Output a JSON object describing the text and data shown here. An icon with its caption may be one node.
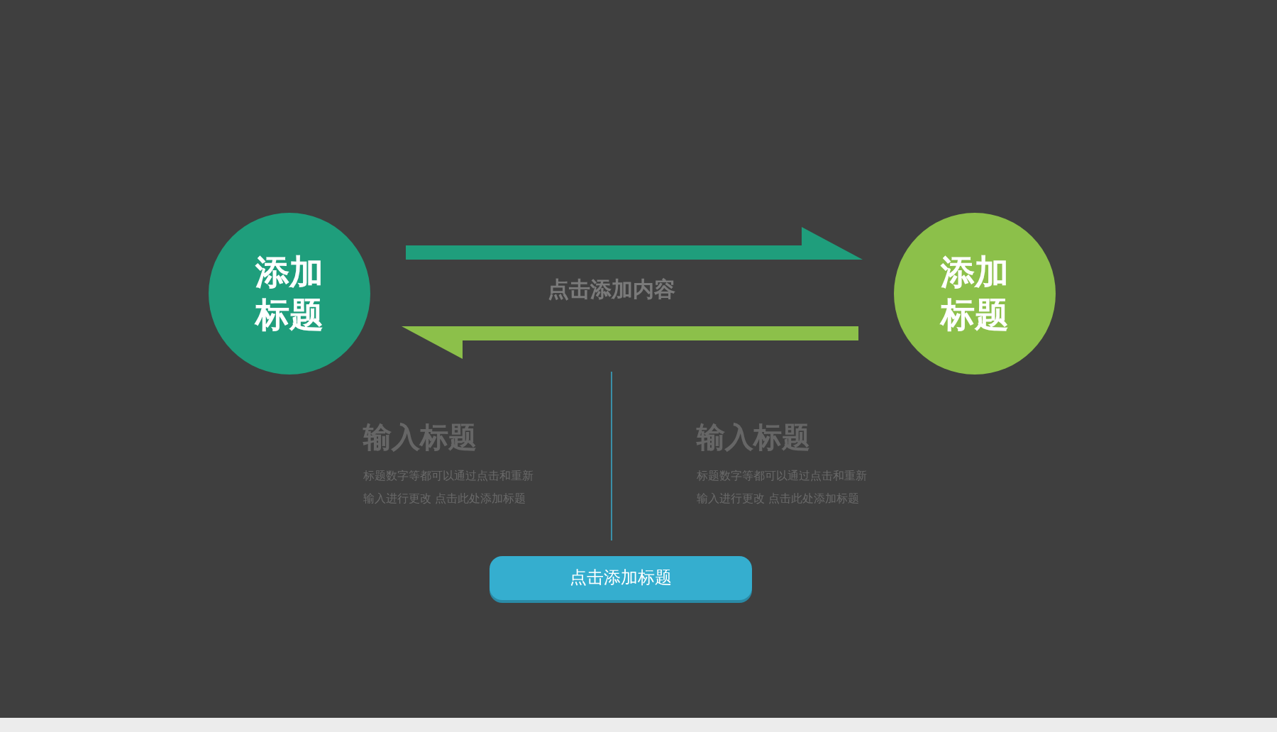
{
  "diagram": {
    "nodes": [
      {
        "text": [
          "添加标题"
        ]
      },
      {
        "text": [
          "添加标题"
        ]
      },
      {
        "text": [
          "点击添加标题"
        ]
      }
    ],
    "edges": [
      {
        "from": 0,
        "to": 1,
        "arrow": "to",
        "color": "#1f9e7c"
      },
      {
        "from": 1,
        "to": 0,
        "arrow": "to",
        "color": "#8cc04a"
      }
    ],
    "labels": [
      "点击添加内容",
      "输入标题",
      "标题数字等都可以通过点击和重新输入进行更改 点击此处添加标题",
      "输入标题",
      "标题数字等都可以通过点击和重新输入进行更改 点击此处添加标题"
    ]
  }
}
